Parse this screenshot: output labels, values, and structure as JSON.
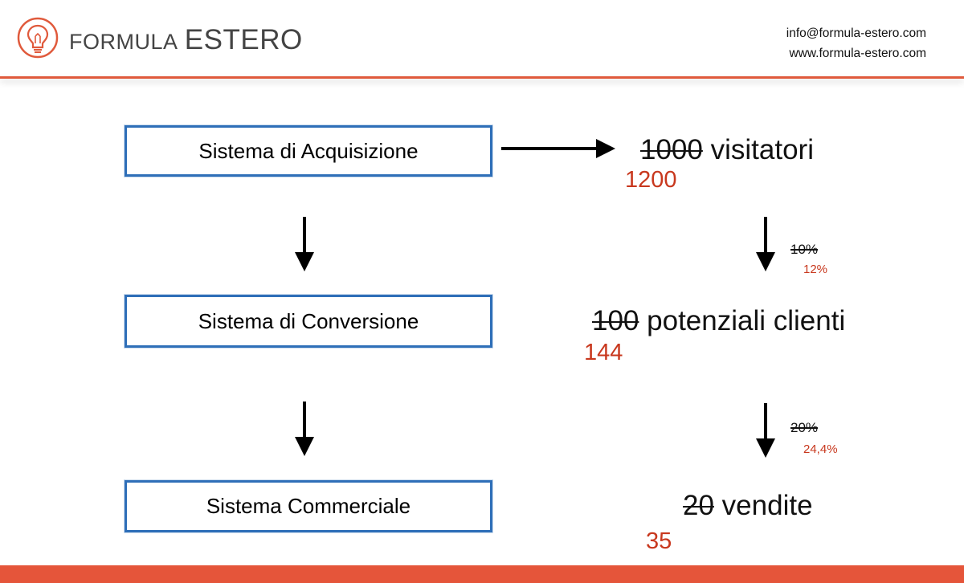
{
  "header": {
    "brand_left": "FORMULA",
    "brand_right": "ESTERO",
    "email": "info@formula-estero.com",
    "website": "www.formula-estero.com",
    "logo_icon": "lightbulb-icon",
    "accent_color": "#e05a3c"
  },
  "boxes": [
    {
      "label": "Sistema di Acquisizione"
    },
    {
      "label": "Sistema di Conversione"
    },
    {
      "label": "Sistema Commerciale"
    }
  ],
  "funnel": {
    "visitors": {
      "old": "1000",
      "label": "visitatori",
      "new": "1200"
    },
    "rate1": {
      "old": "10%",
      "new": "12%"
    },
    "leads": {
      "old": "100",
      "label": "potenziali clienti",
      "new": "144"
    },
    "rate2": {
      "old": "20%",
      "new": "24,4%"
    },
    "sales": {
      "old": "20",
      "label": "vendite",
      "new": "35"
    }
  },
  "colors": {
    "box_border": "#2f6fb8",
    "highlight": "#c8381e",
    "footer": "#e5553a"
  }
}
